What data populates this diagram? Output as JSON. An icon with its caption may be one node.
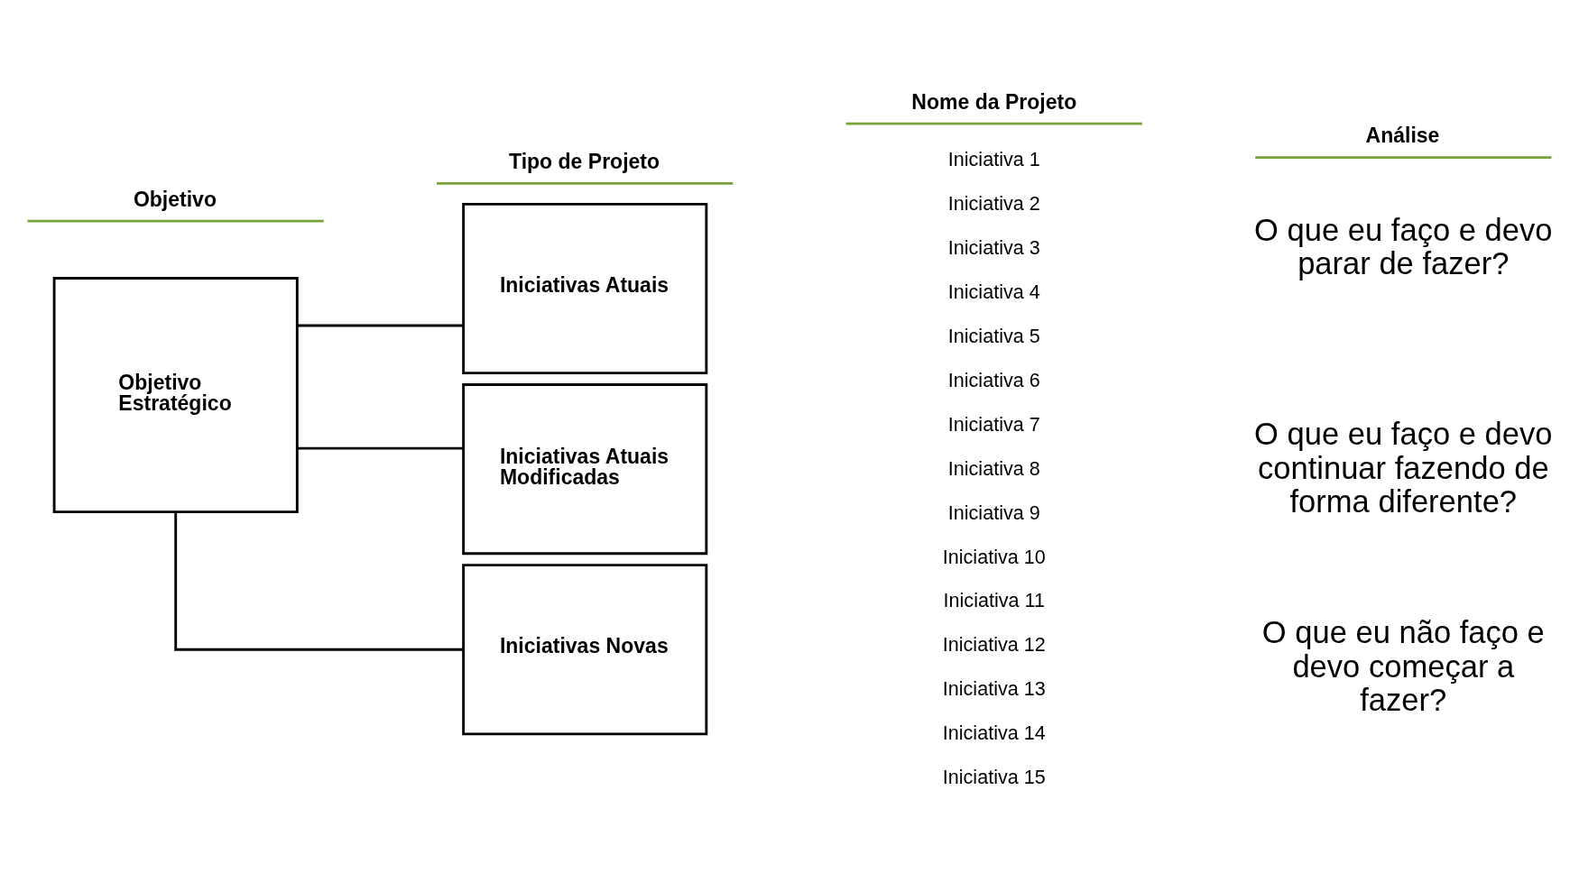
{
  "diagram": {
    "nodes": [
      {
        "text": [
          "Objetivo Estratégico"
        ]
      },
      {
        "text": [
          "Iniciativas Atuais"
        ]
      },
      {
        "text": [
          "Iniciativas Atuais Modificadas"
        ]
      },
      {
        "text": [
          "Iniciativas Novas"
        ]
      }
    ],
    "edges": [
      {
        "from": 0,
        "to": 1,
        "arrow": "none"
      },
      {
        "from": 0,
        "to": 2,
        "arrow": "none"
      },
      {
        "from": 0,
        "to": 3,
        "arrow": "none"
      }
    ],
    "labels": [
      "Objetivo",
      "Tipo de Projeto",
      "Nome da Projeto",
      "Análise",
      "Iniciativa 1",
      "Iniciativa 2",
      "Iniciativa 3",
      "Iniciativa 4",
      "Iniciativa 5",
      "O que eu faço e devo parar de fazer?",
      "Iniciativa 6",
      "Iniciativa 7",
      "Iniciativa 8",
      "Iniciativa 9",
      "Iniciativa 10",
      "O que eu faço e devo continuar fazendo de forma diferente?",
      "Iniciativa 11",
      "Iniciativa 12",
      "Iniciativa 13",
      "Iniciativa 14",
      "Iniciativa 15",
      "O que eu não faço e devo começar a fazer?"
    ]
  }
}
